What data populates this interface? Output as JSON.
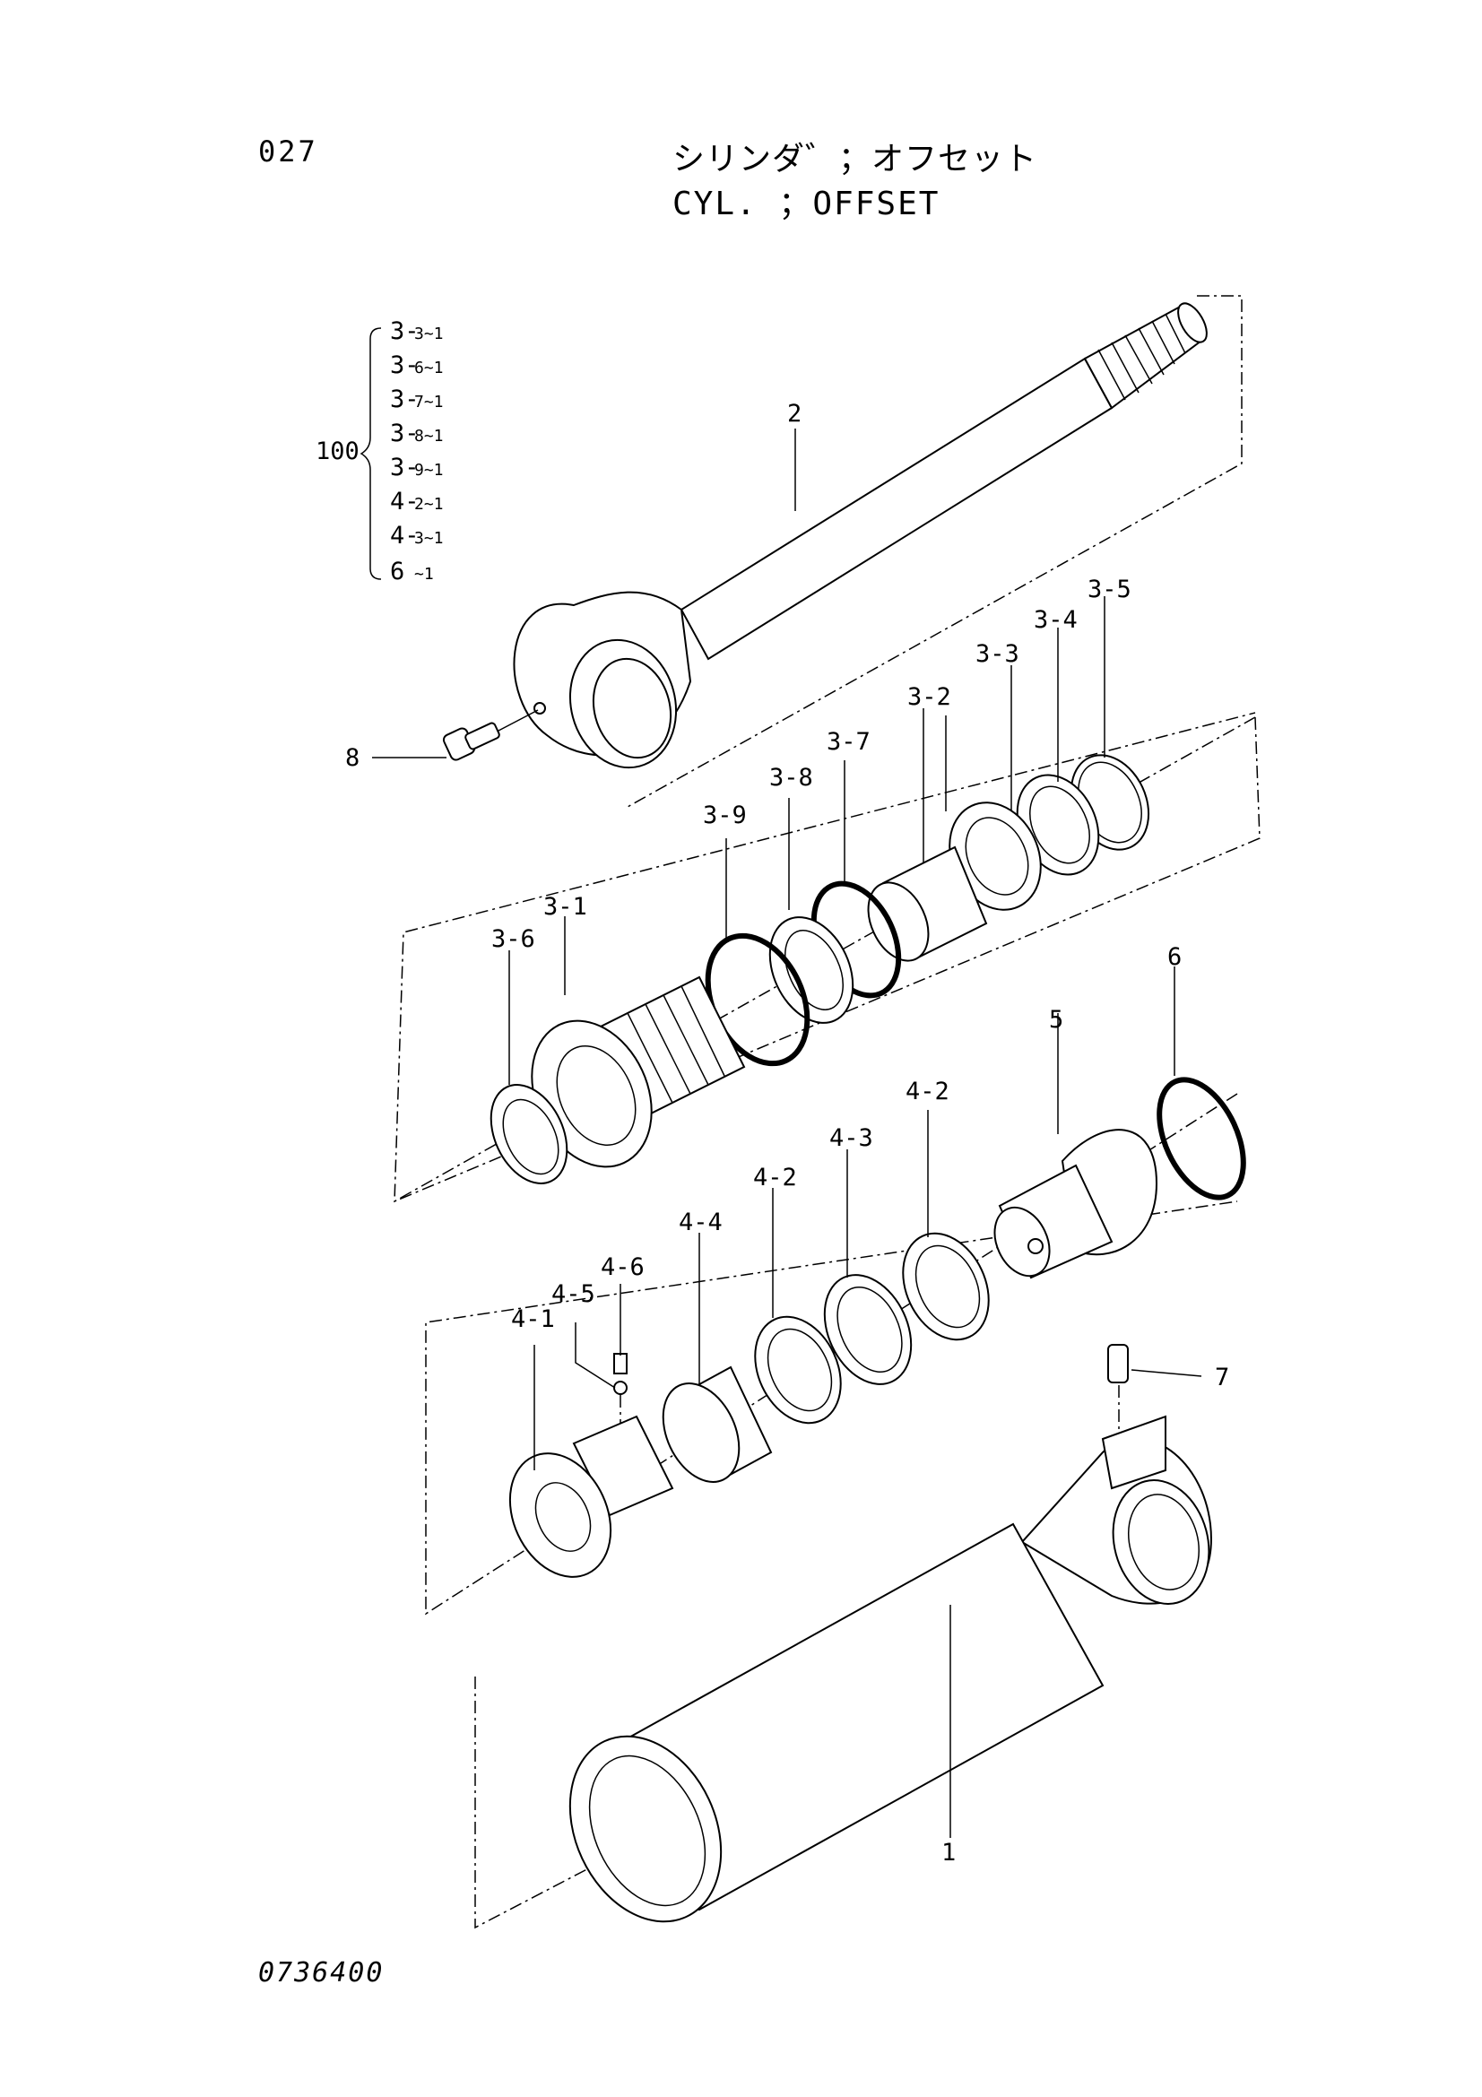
{
  "header": {
    "page_number": "027",
    "title_jp": "シリンダ゛；オフセット",
    "title_en": "CYL. ；OFFSET"
  },
  "footer": {
    "drawing_code": "0736400"
  },
  "kit": {
    "label": "100",
    "items": [
      {
        "main": "3-",
        "sub": "3~1"
      },
      {
        "main": "3-",
        "sub": "6~1"
      },
      {
        "main": "3-",
        "sub": "7~1"
      },
      {
        "main": "3-",
        "sub": "8~1"
      },
      {
        "main": "3-",
        "sub": "9~1"
      },
      {
        "main": "4-",
        "sub": "2~1"
      },
      {
        "main": "4-",
        "sub": "3~1"
      },
      {
        "main": "6",
        "sub": " ~1"
      }
    ]
  },
  "callouts": {
    "p1": "1",
    "p2": "2",
    "p3_1": "3-1",
    "p3_2": "3-2",
    "p3_3": "3-3",
    "p3_4": "3-4",
    "p3_5": "3-5",
    "p3_6": "3-6",
    "p3_7": "3-7",
    "p3_8": "3-8",
    "p3_9": "3-9",
    "p4_1": "4-1",
    "p4_2a": "4-2",
    "p4_2b": "4-2",
    "p4_3": "4-3",
    "p4_4": "4-4",
    "p4_5": "4-5",
    "p4_6": "4-6",
    "p5": "5",
    "p6": "6",
    "p7": "7",
    "p8": "8"
  }
}
